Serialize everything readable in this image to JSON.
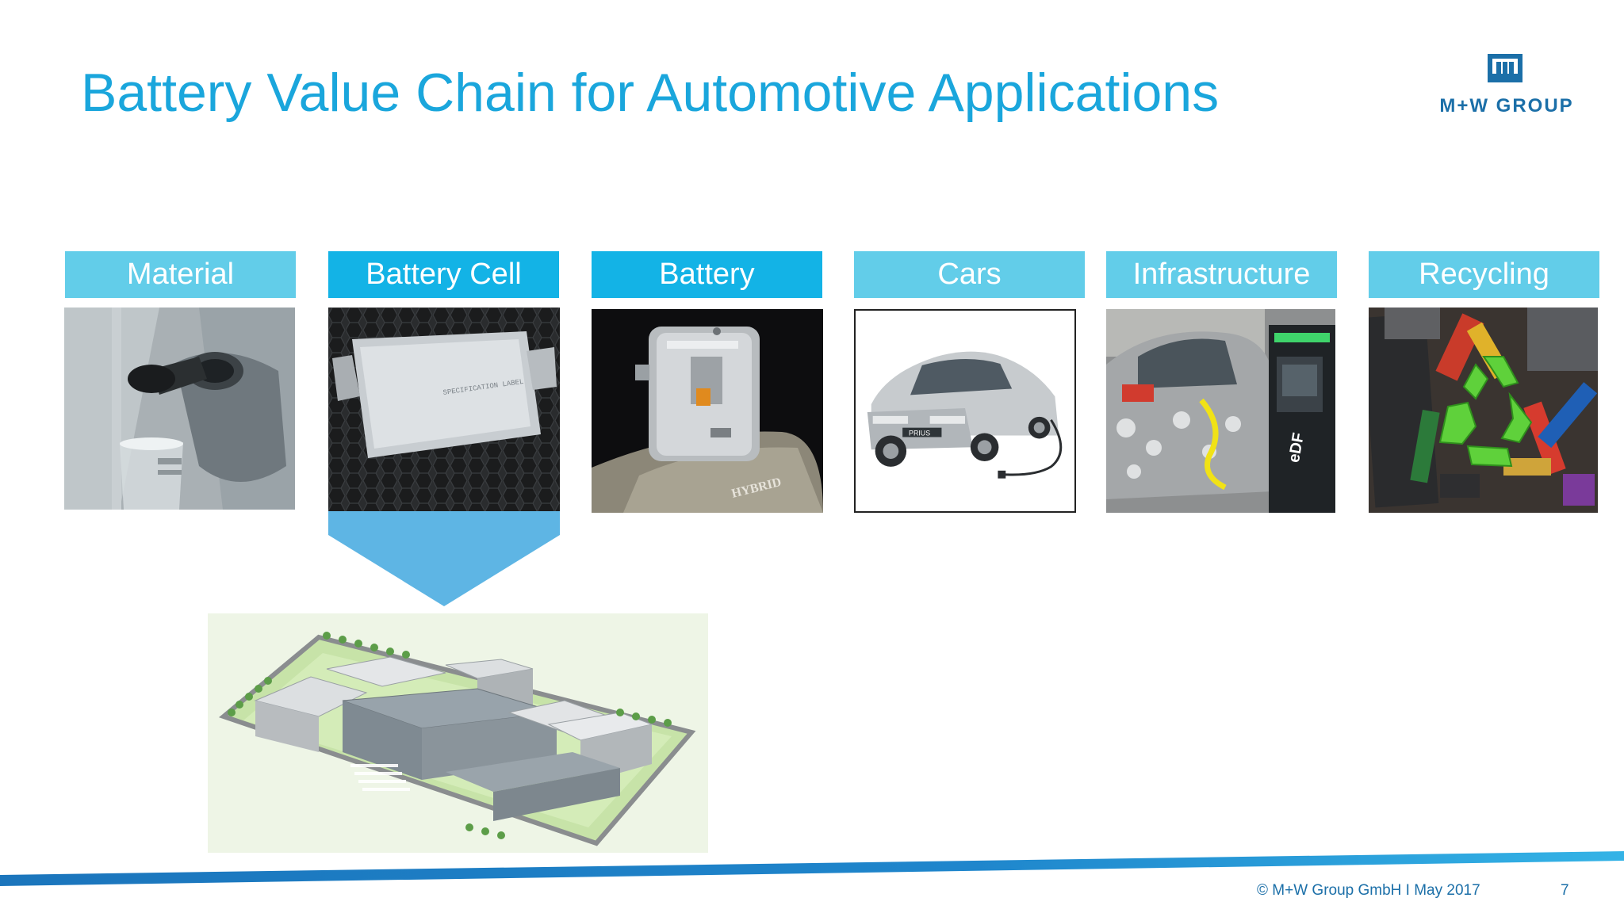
{
  "slide": {
    "title": "Battery Value Chain for Automotive Applications",
    "logo_text": "M+W GROUP",
    "stages": [
      {
        "label": "Material"
      },
      {
        "label": "Battery Cell"
      },
      {
        "label": "Battery"
      },
      {
        "label": "Cars"
      },
      {
        "label": "Infrastructure"
      },
      {
        "label": "Recycling"
      }
    ],
    "battery_label": "HYBRID",
    "car_label": "PRIUS",
    "charger_label": "eDF",
    "footer": "© M+W Group GmbH I May 2017",
    "page_number": "7",
    "colors": {
      "title": "#1aa6dc",
      "header_light": "#62cde9",
      "header_dark": "#13b3e6",
      "arrow": "#5eb5e4",
      "footer_band": "#1b75bc"
    }
  }
}
